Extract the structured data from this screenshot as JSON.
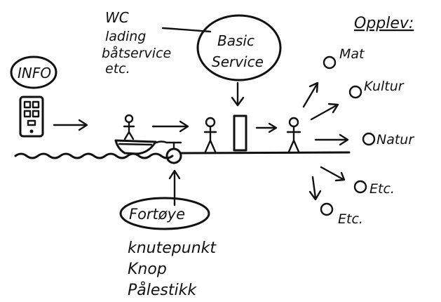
{
  "info_label": "INFO",
  "services": {
    "line1": "WC",
    "line2": "lading",
    "line3": "båtservice",
    "line4": "etc."
  },
  "basic_service": {
    "line1": "Basic",
    "line2": "Service"
  },
  "experiences": {
    "title": "Opplev:",
    "items": [
      "Mat",
      "Kultur",
      "Natur",
      "Etc.",
      "Etc."
    ]
  },
  "fortoye": {
    "label": "Fortøye",
    "knots": [
      "knutepunkt",
      "Knop",
      "Pålestikk"
    ]
  }
}
